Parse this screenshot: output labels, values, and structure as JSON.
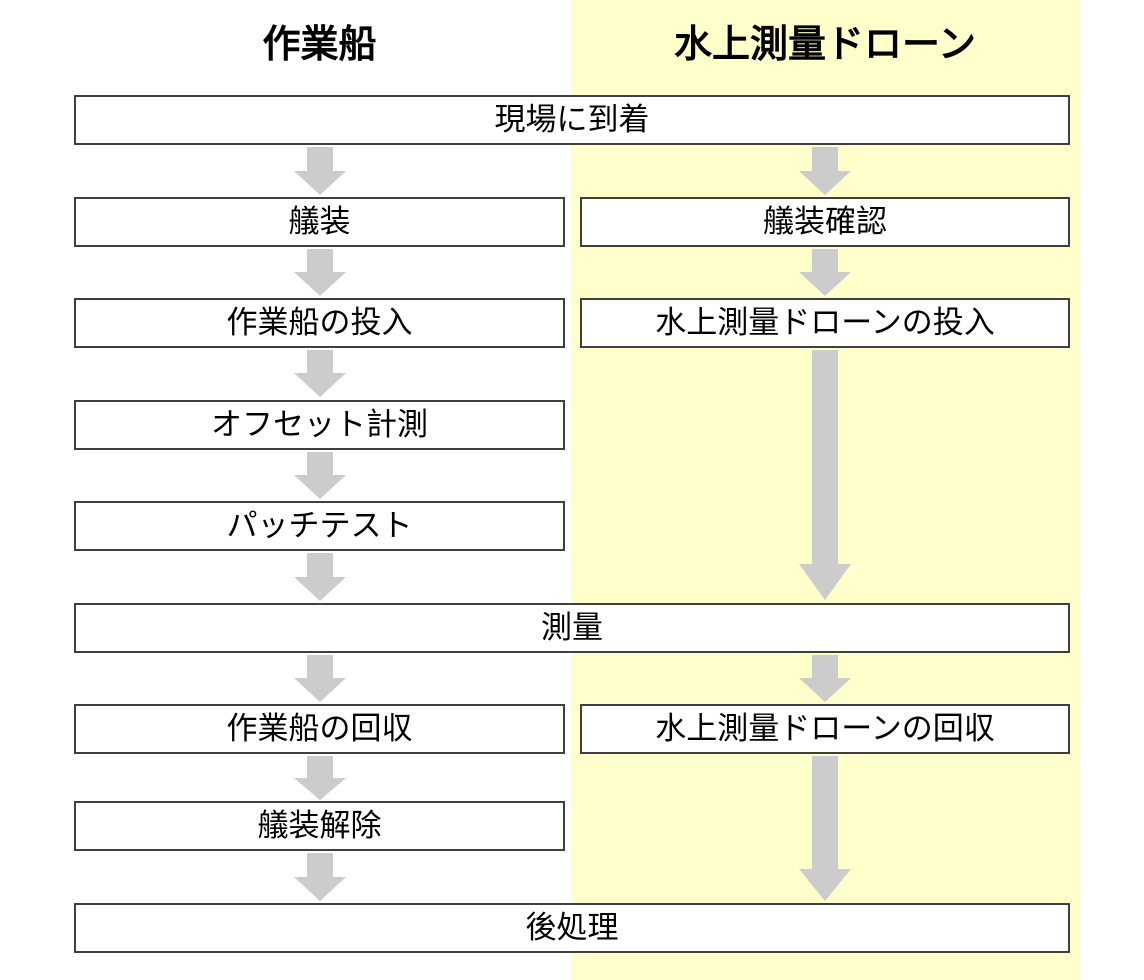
{
  "diagram": {
    "title_text": "",
    "colors": {
      "lane_highlight": "#FFFFCC",
      "box_fill": "#FFFFFF",
      "box_border": "#3F3F3F",
      "arrow_fill": "#CCCCCC",
      "text": "#000000"
    },
    "lanes": [
      {
        "id": "work-boat",
        "label": "作業船",
        "highlighted": false
      },
      {
        "id": "survey-drone",
        "label": "水上測量ドローン",
        "highlighted": true
      }
    ],
    "steps": [
      {
        "id": "arrive-site",
        "label": "現場に到着",
        "span": "full"
      },
      {
        "id": "outfitting",
        "label": "艤装",
        "span": "left"
      },
      {
        "id": "outfitting-check",
        "label": "艤装確認",
        "span": "right"
      },
      {
        "id": "deploy-work-boat",
        "label": "作業船の投入",
        "span": "left"
      },
      {
        "id": "deploy-drone",
        "label": "水上測量ドローンの投入",
        "span": "right"
      },
      {
        "id": "offset-measure",
        "label": "オフセット計測",
        "span": "left"
      },
      {
        "id": "patch-test",
        "label": "パッチテスト",
        "span": "left"
      },
      {
        "id": "survey",
        "label": "測量",
        "span": "full"
      },
      {
        "id": "recover-work-boat",
        "label": "作業船の回収",
        "span": "left"
      },
      {
        "id": "recover-drone",
        "label": "水上測量ドローンの回収",
        "span": "right"
      },
      {
        "id": "de-outfitting",
        "label": "艤装解除",
        "span": "left"
      },
      {
        "id": "post-processing",
        "label": "後処理",
        "span": "full"
      }
    ],
    "flow_arrows": [
      {
        "id": "arrow-arrive-to-outfitting",
        "lane": "work-boat"
      },
      {
        "id": "arrow-arrive-to-outfitting-check",
        "lane": "survey-drone"
      },
      {
        "id": "arrow-outfitting-to-deploy",
        "lane": "work-boat"
      },
      {
        "id": "arrow-check-to-deploy-drone",
        "lane": "survey-drone"
      },
      {
        "id": "arrow-deploy-to-offset",
        "lane": "work-boat"
      },
      {
        "id": "arrow-deploy-drone-to-survey",
        "lane": "survey-drone"
      },
      {
        "id": "arrow-offset-to-patch",
        "lane": "work-boat"
      },
      {
        "id": "arrow-patch-to-survey",
        "lane": "work-boat"
      },
      {
        "id": "arrow-survey-to-recover-boat",
        "lane": "work-boat"
      },
      {
        "id": "arrow-survey-to-recover-drone",
        "lane": "survey-drone"
      },
      {
        "id": "arrow-recover-to-de-outfitting",
        "lane": "work-boat"
      },
      {
        "id": "arrow-de-outfitting-to-post",
        "lane": "work-boat"
      },
      {
        "id": "arrow-recover-drone-to-post",
        "lane": "survey-drone"
      }
    ]
  }
}
